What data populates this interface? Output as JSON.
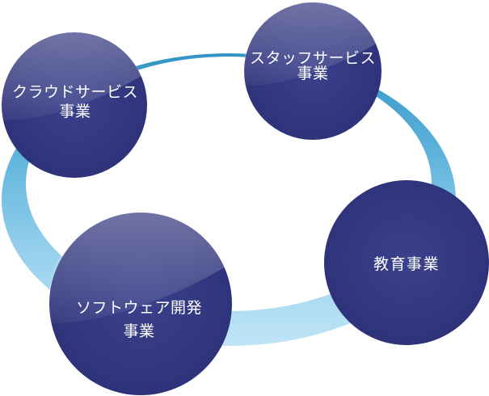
{
  "diagram": {
    "title": "business-areas-cycle",
    "background_color": "#ffffff",
    "ring_colors": {
      "top": "#3294c4",
      "upper": "#58b0d8",
      "lower": "#8ccbea",
      "bottom": "#bfe4f6"
    },
    "node_base_color": "#2e3379",
    "node_edge_color": "#252a6c",
    "node_highlight_color": "#565b9c",
    "label_color": "#ffffff",
    "nodes": [
      {
        "id": "staff-service",
        "line1": "スタッフサービス",
        "line2": "事業"
      },
      {
        "id": "cloud-service",
        "line1": "クラウドサービス",
        "line2": "事業"
      },
      {
        "id": "education",
        "line1": "教育事業",
        "line2": ""
      },
      {
        "id": "software-dev",
        "line1": "ソフトウェア開発",
        "line2": "事業"
      }
    ]
  }
}
